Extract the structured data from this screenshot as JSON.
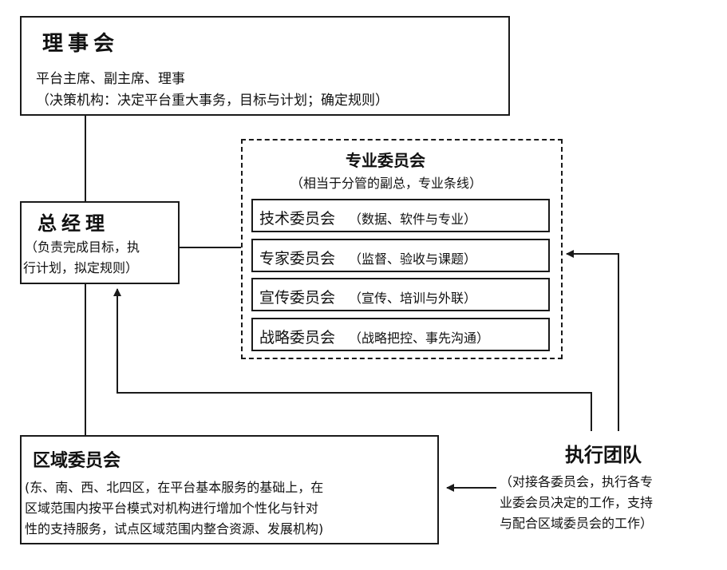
{
  "board": {
    "title": "理事会",
    "members": "平台主席、副主席、理事",
    "role": "（决策机构：决定平台重大事务，目标与计划；确定规则）"
  },
  "gm": {
    "title": "总经理",
    "line1": "（负责完成目标，执",
    "line2": "行计划，拟定规则）"
  },
  "committees": {
    "title": "专业委员会",
    "subtitle": "（相当于分管的副总，专业条线）",
    "items": [
      {
        "name": "技术委员会",
        "desc": "（数据、软件与专业）"
      },
      {
        "name": "专家委员会",
        "desc": "（监督、验收与课题）"
      },
      {
        "name": "宣传委员会",
        "desc": "（宣传、培训与外联）"
      },
      {
        "name": "战略委员会",
        "desc": "（战略把控、事先沟通）"
      }
    ]
  },
  "regional": {
    "title": "区域委员会",
    "line1": "(东、南、西、北四区，在平台基本服务的基础上，在",
    "line2": "区域范围内按平台模式对机构进行增加个性化与针对",
    "line3": "性的支持服务，试点区域范围内整合资源、发展机构)"
  },
  "exec": {
    "title": "执行团队",
    "line1": "（对接各委员会，执行各专",
    "line2": "业委会员决定的工作，支持",
    "line3": "与配合区域委员会的工作）"
  },
  "colors": {
    "line": "#1a1a1a",
    "background": "#ffffff"
  }
}
